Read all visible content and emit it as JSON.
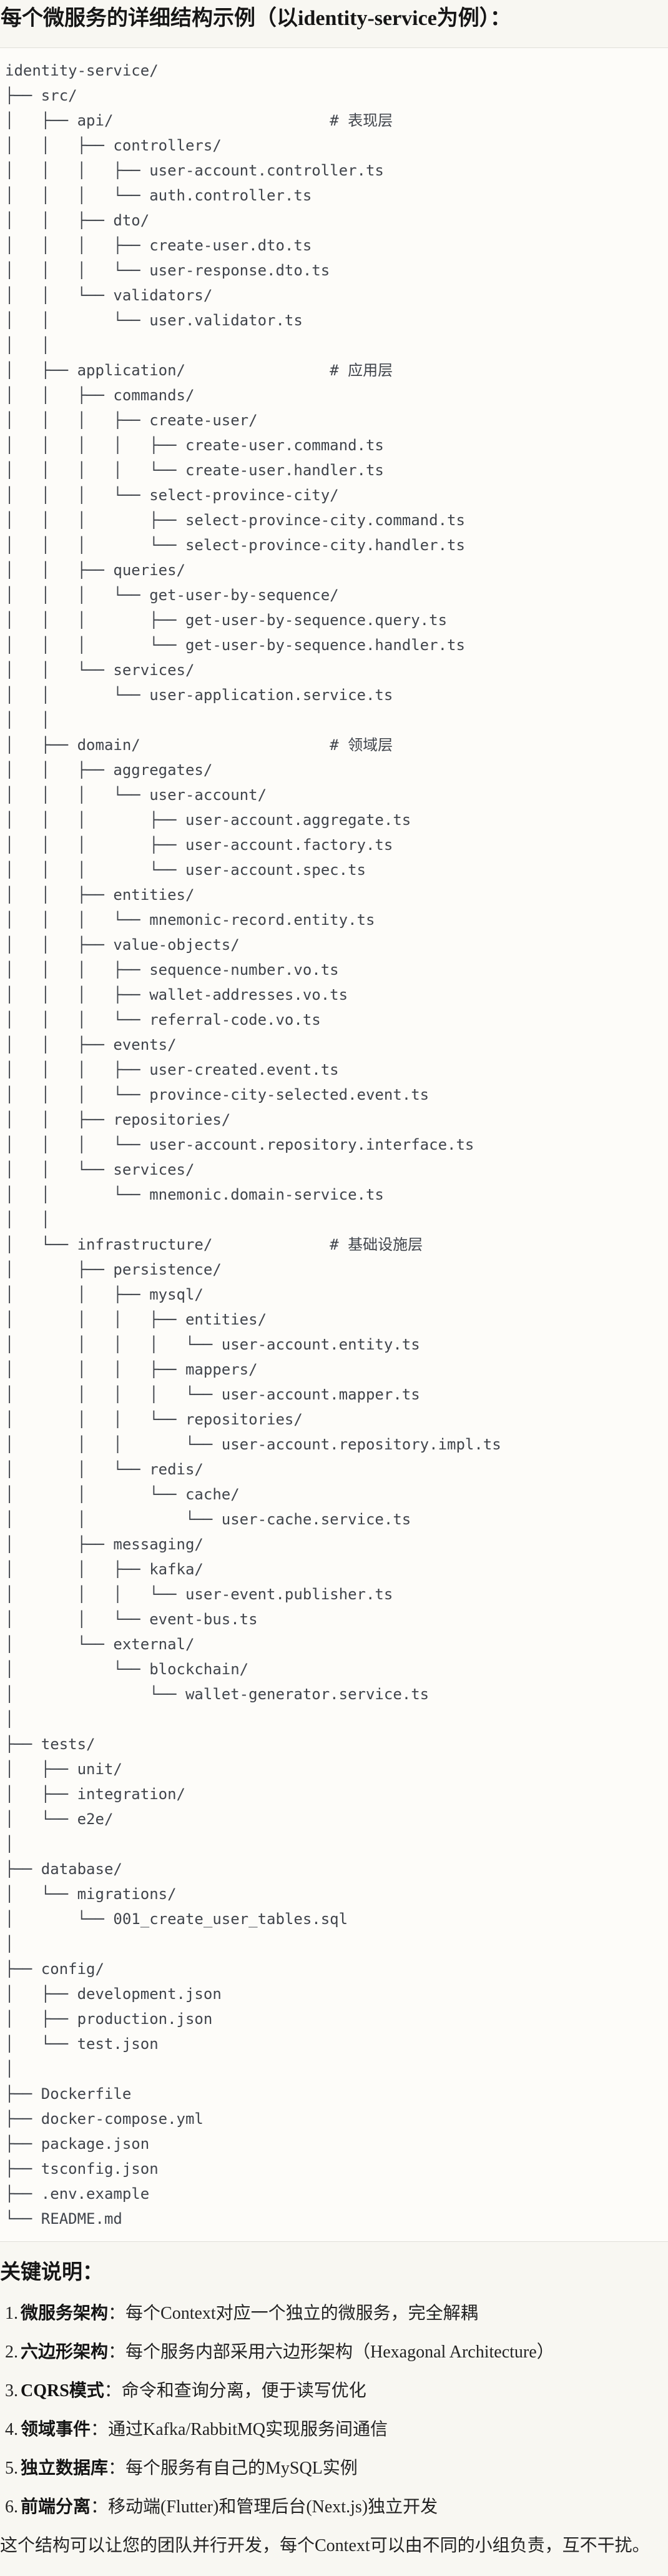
{
  "page": {
    "title": "每个微服务的详细结构示例（以identity-service为例）：",
    "tree_lines": [
      "identity-service/",
      "├── src/",
      "│   ├── api/                        # 表现层",
      "│   │   ├── controllers/",
      "│   │   │   ├── user-account.controller.ts",
      "│   │   │   └── auth.controller.ts",
      "│   │   ├── dto/",
      "│   │   │   ├── create-user.dto.ts",
      "│   │   │   └── user-response.dto.ts",
      "│   │   └── validators/",
      "│   │       └── user.validator.ts",
      "│   │",
      "│   ├── application/                # 应用层",
      "│   │   ├── commands/",
      "│   │   │   ├── create-user/",
      "│   │   │   │   ├── create-user.command.ts",
      "│   │   │   │   └── create-user.handler.ts",
      "│   │   │   └── select-province-city/",
      "│   │   │       ├── select-province-city.command.ts",
      "│   │   │       └── select-province-city.handler.ts",
      "│   │   ├── queries/",
      "│   │   │   └── get-user-by-sequence/",
      "│   │   │       ├── get-user-by-sequence.query.ts",
      "│   │   │       └── get-user-by-sequence.handler.ts",
      "│   │   └── services/",
      "│   │       └── user-application.service.ts",
      "│   │",
      "│   ├── domain/                     # 领域层",
      "│   │   ├── aggregates/",
      "│   │   │   └── user-account/",
      "│   │   │       ├── user-account.aggregate.ts",
      "│   │   │       ├── user-account.factory.ts",
      "│   │   │       └── user-account.spec.ts",
      "│   │   ├── entities/",
      "│   │   │   └── mnemonic-record.entity.ts",
      "│   │   ├── value-objects/",
      "│   │   │   ├── sequence-number.vo.ts",
      "│   │   │   ├── wallet-addresses.vo.ts",
      "│   │   │   └── referral-code.vo.ts",
      "│   │   ├── events/",
      "│   │   │   ├── user-created.event.ts",
      "│   │   │   └── province-city-selected.event.ts",
      "│   │   ├── repositories/",
      "│   │   │   └── user-account.repository.interface.ts",
      "│   │   └── services/",
      "│   │       └── mnemonic.domain-service.ts",
      "│   │",
      "│   └── infrastructure/             # 基础设施层",
      "│       ├── persistence/",
      "│       │   ├── mysql/",
      "│       │   │   ├── entities/",
      "│       │   │   │   └── user-account.entity.ts",
      "│       │   │   ├── mappers/",
      "│       │   │   │   └── user-account.mapper.ts",
      "│       │   │   └── repositories/",
      "│       │   │       └── user-account.repository.impl.ts",
      "│       │   └── redis/",
      "│       │       └── cache/",
      "│       │           └── user-cache.service.ts",
      "│       ├── messaging/",
      "│       │   ├── kafka/",
      "│       │   │   └── user-event.publisher.ts",
      "│       │   └── event-bus.ts",
      "│       └── external/",
      "│           └── blockchain/",
      "│               └── wallet-generator.service.ts",
      "│",
      "├── tests/",
      "│   ├── unit/",
      "│   ├── integration/",
      "│   └── e2e/",
      "│",
      "├── database/",
      "│   └── migrations/",
      "│       └── 001_create_user_tables.sql",
      "│",
      "├── config/",
      "│   ├── development.json",
      "│   ├── production.json",
      "│   └── test.json",
      "│",
      "├── Dockerfile",
      "├── docker-compose.yml",
      "├── package.json",
      "├── tsconfig.json",
      "├── .env.example",
      "└── README.md"
    ],
    "notes": {
      "heading": "关键说明：",
      "items": [
        {
          "num": "1.",
          "term": "微服务架构",
          "desc": "：每个Context对应一个独立的微服务，完全解耦"
        },
        {
          "num": "2.",
          "term": "六边形架构",
          "desc": "：每个服务内部采用六边形架构（Hexagonal Architecture）"
        },
        {
          "num": "3.",
          "term": "CQRS模式",
          "desc": "：命令和查询分离，便于读写优化"
        },
        {
          "num": "4.",
          "term": "领域事件",
          "desc": "：通过Kafka/RabbitMQ实现服务间通信"
        },
        {
          "num": "5.",
          "term": "独立数据库",
          "desc": "：每个服务有自己的MySQL实例"
        },
        {
          "num": "6.",
          "term": "前端分离",
          "desc": "：移动端(Flutter)和管理后台(Next.js)独立开发"
        }
      ],
      "footer": "这个结构可以让您的团队并行开发，每个Context可以由不同的小组负责，互不干扰。"
    }
  }
}
